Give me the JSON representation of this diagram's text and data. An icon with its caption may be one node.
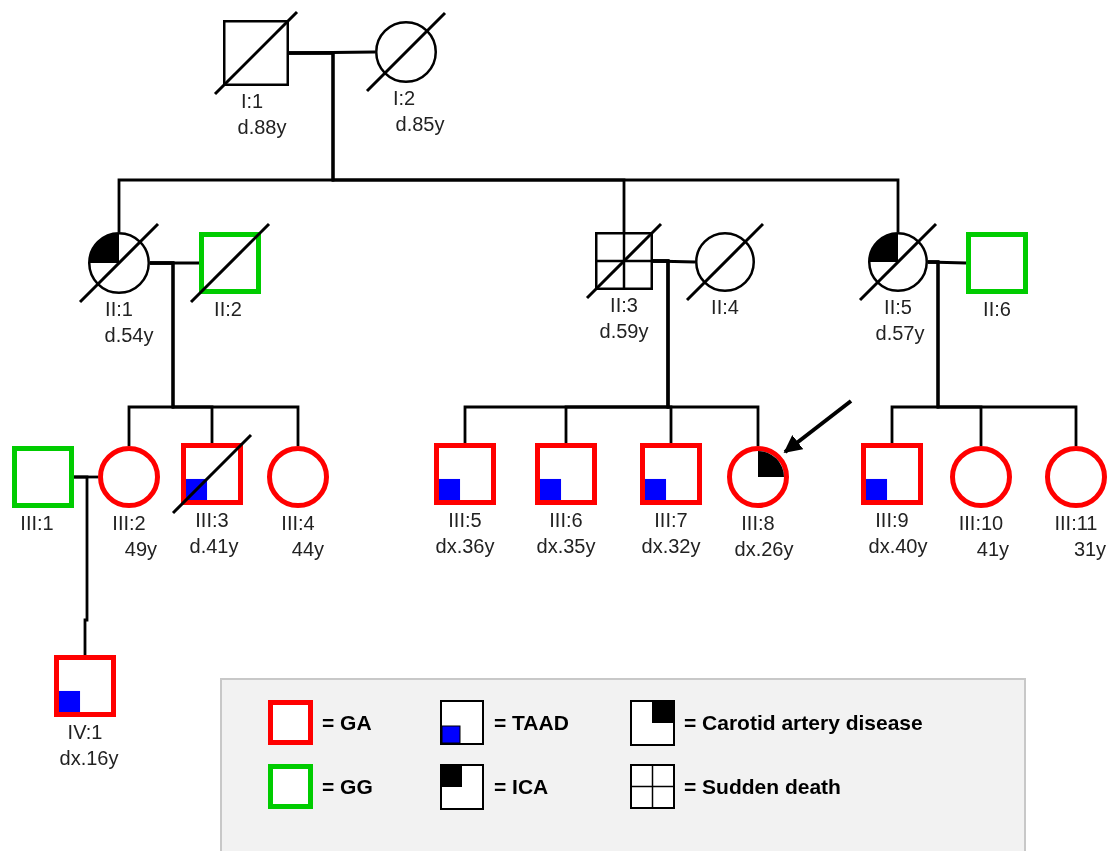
{
  "diagram": {
    "nodes": [
      {
        "text": [
          "I:1",
          "d.88y"
        ]
      },
      {
        "text": [
          "I:2",
          "d.85y"
        ]
      },
      {
        "text": [
          "II:1",
          "d.54y"
        ]
      },
      {
        "text": [
          "II:2"
        ]
      },
      {
        "text": [
          "II:3",
          "d.59y"
        ]
      },
      {
        "text": [
          "II:4"
        ]
      },
      {
        "text": [
          "II:5",
          "d.57y"
        ]
      },
      {
        "text": [
          "II:6"
        ]
      },
      {
        "text": [
          "III:1"
        ]
      },
      {
        "text": [
          "III:2",
          "49y"
        ]
      },
      {
        "text": [
          "III:3",
          "d.41y"
        ]
      },
      {
        "text": [
          "III:4",
          "44y"
        ]
      },
      {
        "text": [
          "III:5",
          "dx.36y"
        ]
      },
      {
        "text": [
          "III:6",
          "dx.35y"
        ]
      },
      {
        "text": [
          "III:7",
          "dx.32y"
        ]
      },
      {
        "text": [
          "III:8",
          "dx.26y"
        ]
      },
      {
        "text": [
          "III:9",
          "dx.40y"
        ]
      },
      {
        "text": [
          "III:10",
          "41y"
        ]
      },
      {
        "text": [
          "III:11",
          "31y"
        ]
      },
      {
        "text": [
          "IV:1",
          "dx.16y"
        ]
      }
    ],
    "edges": [
      {
        "from": 0,
        "to": 1,
        "arrow": "none"
      },
      {
        "from": 0,
        "to": 2,
        "arrow": "none"
      },
      {
        "from": 0,
        "to": 4,
        "arrow": "none"
      },
      {
        "from": 0,
        "to": 6,
        "arrow": "none"
      },
      {
        "from": 2,
        "to": 3,
        "arrow": "none"
      },
      {
        "from": 2,
        "to": 9,
        "arrow": "none"
      },
      {
        "from": 2,
        "to": 10,
        "arrow": "none"
      },
      {
        "from": 2,
        "to": 11,
        "arrow": "none"
      },
      {
        "from": 4,
        "to": 5,
        "arrow": "none"
      },
      {
        "from": 4,
        "to": 12,
        "arrow": "none"
      },
      {
        "from": 4,
        "to": 13,
        "arrow": "none"
      },
      {
        "from": 4,
        "to": 14,
        "arrow": "none"
      },
      {
        "from": 4,
        "to": 15,
        "arrow": "none"
      },
      {
        "from": 6,
        "to": 7,
        "arrow": "none"
      },
      {
        "from": 6,
        "to": 16,
        "arrow": "none"
      },
      {
        "from": 6,
        "to": 17,
        "arrow": "none"
      },
      {
        "from": 6,
        "to": 18,
        "arrow": "none"
      },
      {
        "from": 8,
        "to": 9,
        "arrow": "none"
      },
      {
        "from": 8,
        "to": 19,
        "arrow": "none"
      },
      {
        "from": null,
        "to": 15,
        "arrow": "to"
      }
    ],
    "legend": [
      {
        "text": "= GA"
      },
      {
        "text": "= TAAD"
      },
      {
        "text": "= Carotid artery disease"
      },
      {
        "text": "= GG"
      },
      {
        "text": "= ICA"
      },
      {
        "text": "= Sudden death"
      }
    ]
  }
}
